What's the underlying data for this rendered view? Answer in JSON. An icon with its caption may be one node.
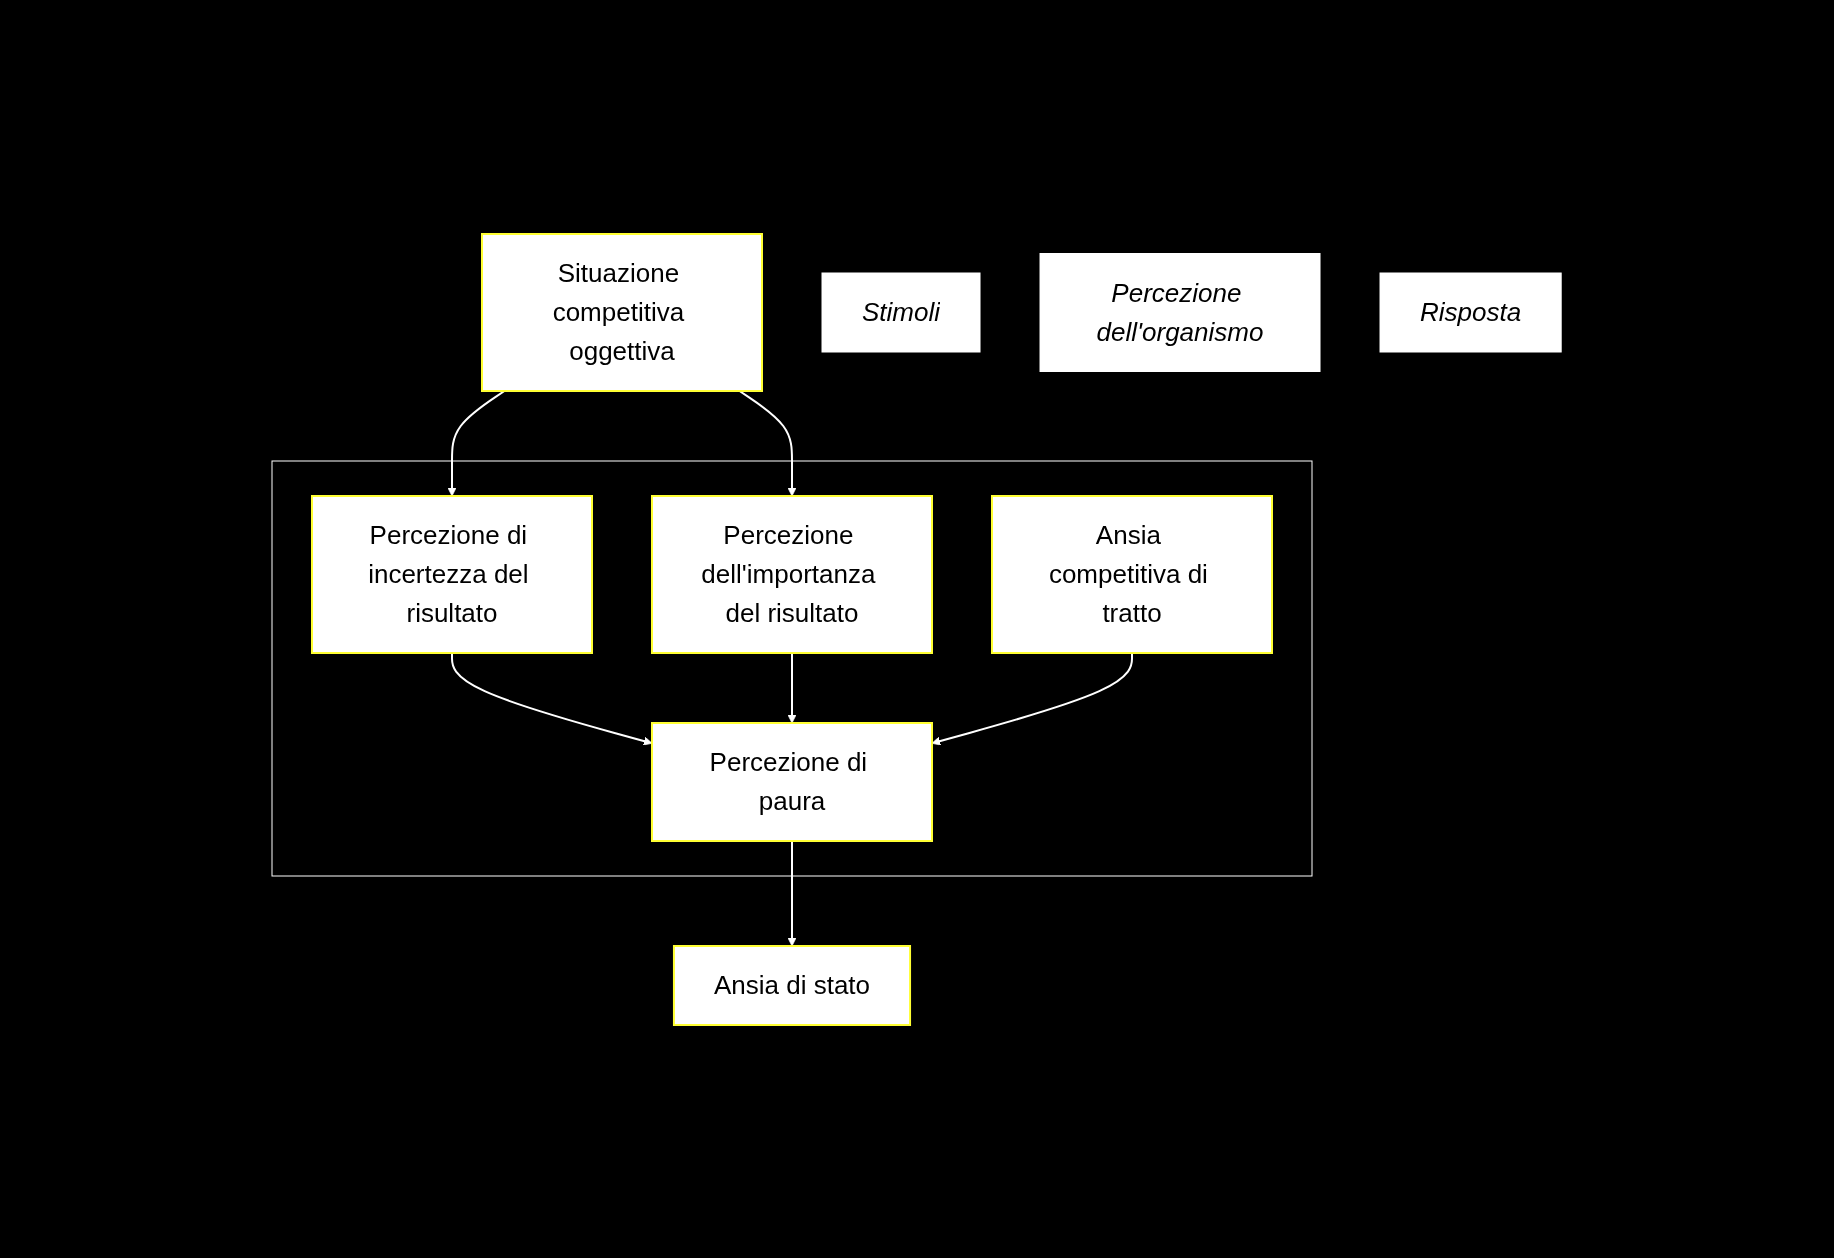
{
  "diagram": {
    "nodes": [
      {
        "text": [
          "Situazione competitiva oggettiva"
        ]
      },
      {
        "text": [
          "Stimoli"
        ]
      },
      {
        "text": [],
        "shape": "box"
      },
      {
        "text": [
          "Percezione di incertezza del risultato"
        ],
        "in": 2
      },
      {
        "text": [
          "Percezione dell'importanza del risultato"
        ],
        "in": 2
      },
      {
        "text": [
          "Percezione dell'organismo"
        ]
      },
      {
        "text": [
          "Percezione di paura"
        ],
        "in": 2
      },
      {
        "text": [
          "Ansia competitiva di tratto"
        ],
        "in": 2
      },
      {
        "text": [
          "Ansia di stato"
        ]
      },
      {
        "text": [
          "Risposta"
        ]
      }
    ],
    "edges": [
      {
        "from": 0,
        "to": 3,
        "arrow": "to"
      },
      {
        "from": 0,
        "to": 4,
        "arrow": "to"
      },
      {
        "from": 3,
        "to": 6,
        "arrow": "to"
      },
      {
        "from": 4,
        "to": 6,
        "arrow": "to"
      },
      {
        "from": 7,
        "to": 6,
        "arrow": "to"
      },
      {
        "from": 6,
        "to": 8,
        "arrow": "to"
      }
    ]
  }
}
